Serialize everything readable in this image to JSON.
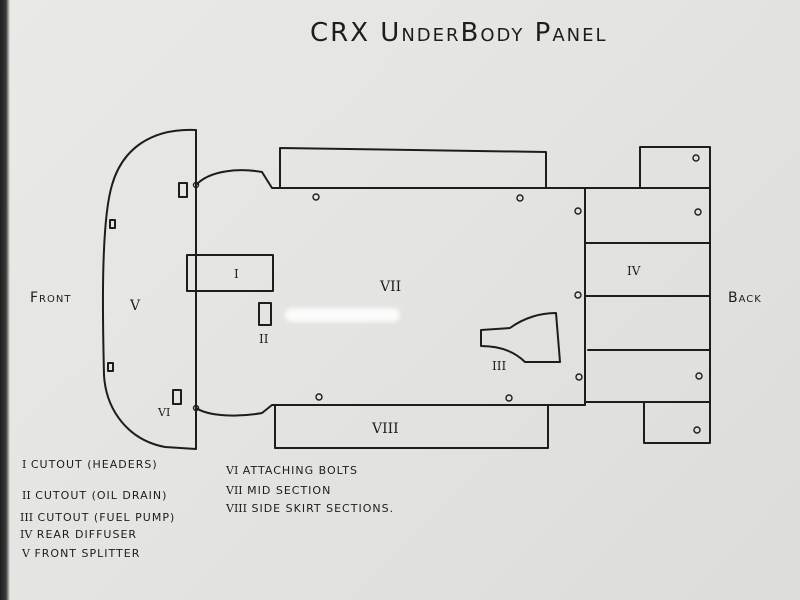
{
  "title": "CRX UnderBody Panel",
  "orientation": {
    "front": "Front",
    "back": "Back"
  },
  "part_labels": {
    "cutout_headers": "I",
    "cutout_oil_drain": "II",
    "cutout_fuel_pump": "III",
    "rear_diffuser": "IV",
    "front_splitter": "V",
    "attaching_bolts": "VI",
    "mid_section": "VII",
    "side_skirt": "VIII"
  },
  "legend": {
    "left": [
      {
        "numeral": "I",
        "text": "CUTOUT (HEADERS)"
      },
      {
        "numeral": "II",
        "text": "CUTOUT (OIL DRAIN)"
      },
      {
        "numeral": "III",
        "text": "CUTOUT (FUEL PUMP)"
      },
      {
        "numeral": "IV",
        "text": "REAR DIFFUSER"
      },
      {
        "numeral": "V",
        "text": "FRONT SPLITTER"
      }
    ],
    "right": [
      {
        "numeral": "VI",
        "text": "ATTACHING BOLTS"
      },
      {
        "numeral": "VII",
        "text": "MID SECTION"
      },
      {
        "numeral": "VIII",
        "text": "SIDE SKIRT SECTIONS."
      }
    ]
  },
  "colors": {
    "ink": "#1d1d1d",
    "paper": "#e6e6e3"
  }
}
